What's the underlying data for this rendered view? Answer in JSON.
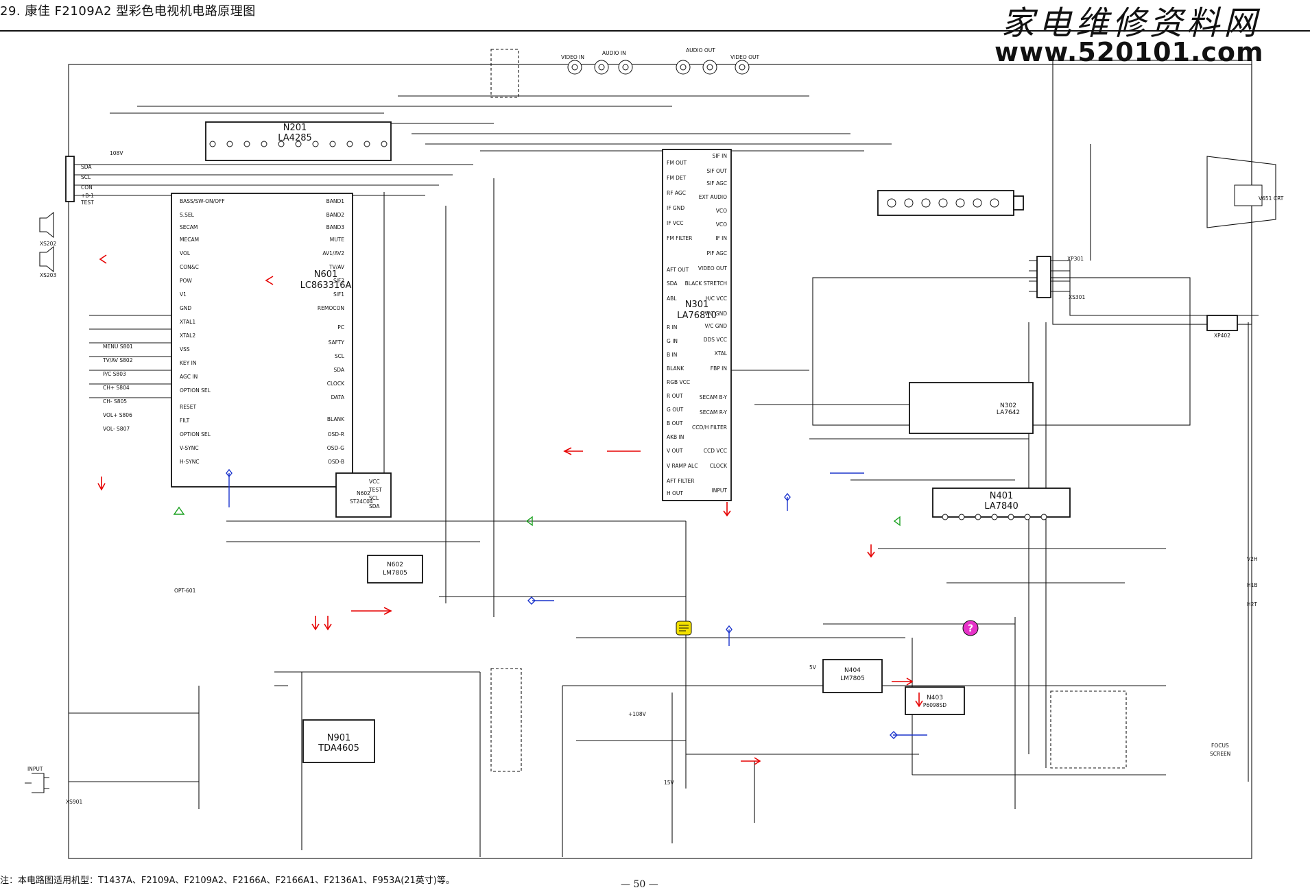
{
  "page_title": "29. 康佳 F2109A2 型彩色电视机电路原理图",
  "logo": {
    "chinese": "家电维修资料网",
    "url": "www.520101.com"
  },
  "footnote": "注：本电路图适用机型：T1437A、F2109A、F2109A2、F2166A、F2166A1、F2136A1、F953A(21英寸)等。",
  "page_number": "— 50 —",
  "colors": {
    "annotation_arrow": "#e60000",
    "marker_green": "#19a01e",
    "marker_blue": "#1a33cc",
    "question_badge": "#e632c8",
    "note_badge": "#f2e000"
  },
  "icons": [
    "speaker-icon",
    "crt-icon",
    "question-badge-icon",
    "note-badge-icon",
    "antenna-plug-icon"
  ],
  "ics": [
    {
      "ref": "N201",
      "part": "LA4285"
    },
    {
      "ref": "N601",
      "part": "LC863316A"
    },
    {
      "ref": "N301",
      "part": "LA76810"
    },
    {
      "ref": "N302",
      "part": "LA7642"
    },
    {
      "ref": "N401",
      "part": "LA7840"
    },
    {
      "ref": "N901",
      "part": "TDA4605"
    },
    {
      "ref": "N602",
      "part": "ST24C04"
    },
    {
      "ref": "N404",
      "part": "LM7805"
    },
    {
      "ref": "N403",
      "part": "P6098SD"
    },
    {
      "ref": "N602",
      "part": "LM7805"
    }
  ],
  "connectors": {
    "top": [
      "VIDEO IN",
      "AUDIO IN",
      "AUDIO OUT",
      "VIDEO OUT"
    ],
    "left_bus": [
      "SDA",
      "SCL",
      "CON",
      "+B-1",
      "TEST"
    ],
    "speakers": [
      "XS202",
      "XS203"
    ],
    "crt": "V651 CRT",
    "right": [
      "XP301",
      "XS301",
      "XP402",
      "V2H",
      "H1B",
      "H2T"
    ],
    "power": [
      "INPUT",
      "XS901"
    ],
    "misc": [
      "FOCUS",
      "SCREEN",
      "108V",
      "+108V",
      "OPT-601",
      "15V",
      "5V"
    ]
  },
  "labels": {
    "n601_pins_left": [
      "BASS/SW-ON/OFF",
      "S.SEL",
      "SECAM",
      "MECAM",
      "VOL",
      "CON&C",
      "POW",
      "V1",
      "GND",
      "XTAL1",
      "XTAL2",
      "VSS",
      "KEY IN",
      "AGC IN",
      "OPTION SEL",
      "RESET",
      "FILT",
      "OPTION SEL",
      "V-SYNC",
      "H-SYNC"
    ],
    "n601_pins_right": [
      "BAND1",
      "BAND2",
      "BAND3",
      "MUTE",
      "AV1/AV2",
      "TV/AV",
      "SIF2",
      "SIF1",
      "REMOCON",
      "PC",
      "SAFTY",
      "SCL",
      "SDA",
      "CLOCK",
      "DATA",
      "BLANK",
      "OSD-R",
      "OSD-G",
      "OSD-B"
    ],
    "n602_pins": [
      "VCC",
      "TEST",
      "SCL",
      "SDA"
    ],
    "n301_pins_left": [
      "FM OUT",
      "FM DET",
      "RF AGC",
      "IF GND",
      "IF VCC",
      "FM FILTER",
      "AFT OUT",
      "SDA",
      "ABL",
      "R IN",
      "G IN",
      "B IN",
      "BLANK",
      "RGB VCC",
      "R OUT",
      "G OUT",
      "B OUT",
      "AKB IN",
      "V OUT",
      "V RAMP ALC",
      "AFT FILTER",
      "H OUT"
    ],
    "n301_pins_right": [
      "SIF IN",
      "SIF OUT",
      "SIF AGC",
      "EXT AUDIO",
      "VCO",
      "VCO",
      "IF IN",
      "PIF AGC",
      "VIDEO OUT",
      "BLACK STRETCH",
      "H/C VCC",
      "V/C GND",
      "V/C GND",
      "DDS VCC",
      "XTAL",
      "FBP IN",
      "SECAM B-Y",
      "SECAM R-Y",
      "CCD/H FILTER",
      "CCD VCC",
      "CLOCK",
      "INPUT"
    ],
    "service_keys": [
      "MENU S801",
      "TV/AV S802",
      "P/C S803",
      "CH+ S804",
      "CH- S805",
      "VOL+ S806",
      "VOL- S807"
    ]
  }
}
